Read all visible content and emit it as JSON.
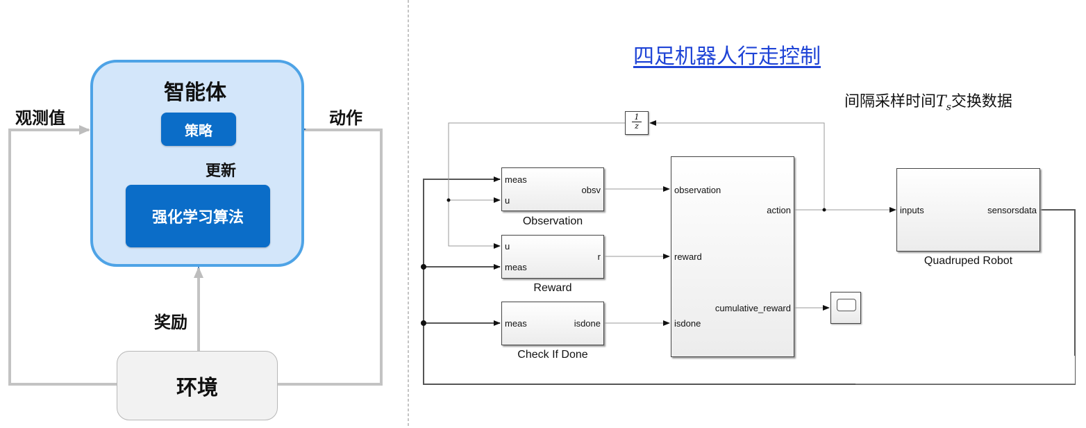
{
  "left": {
    "agent_title": "智能体",
    "policy": "策略",
    "update": "更新",
    "rl_algorithm": "强化学习算法",
    "observation": "观测值",
    "action": "动作",
    "reward": "奖励",
    "environment": "环境"
  },
  "right": {
    "title": "四足机器人行走控制",
    "ts_note_pre": "间隔采样时间",
    "ts_symbol": "T",
    "ts_sub": "s",
    "ts_note_post": "交换数据",
    "unit_delay": {
      "num": "1",
      "den": "z"
    },
    "observation_block": {
      "in1": "meas",
      "in2": "u",
      "out": "obsv",
      "label": "Observation"
    },
    "reward_block": {
      "in1": "u",
      "in2": "meas",
      "out": "r",
      "label": "Reward"
    },
    "done_block": {
      "in1": "meas",
      "out": "isdone",
      "label": "Check If Done"
    },
    "agent_block": {
      "in1": "observation",
      "in2": "reward",
      "in3": "isdone",
      "out1": "action",
      "out2": "cumulative_reward"
    },
    "robot_block": {
      "in": "inputs",
      "out": "sensorsdata",
      "label": "Quadruped Robot"
    }
  }
}
